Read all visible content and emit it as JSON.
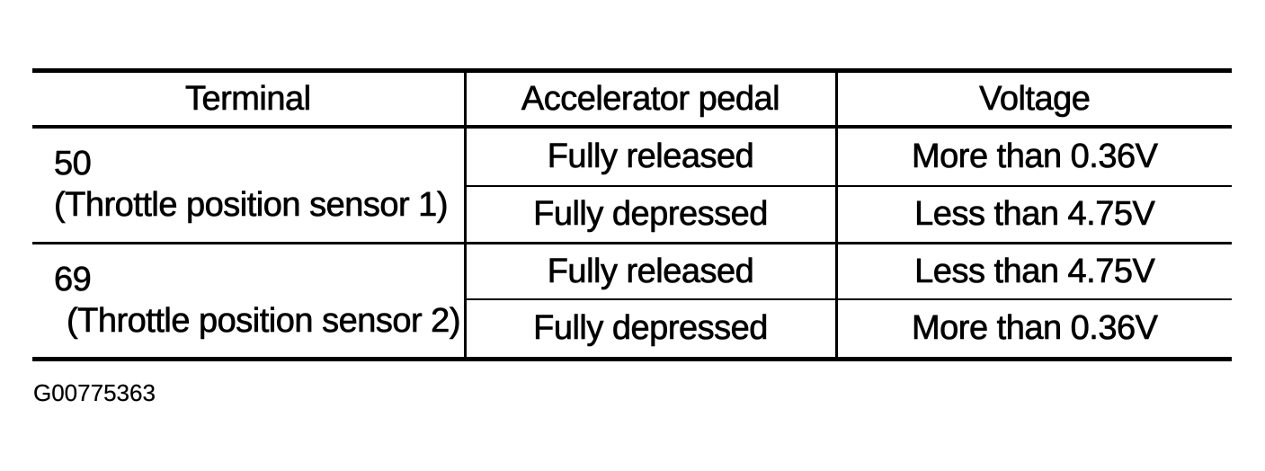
{
  "table": {
    "headers": [
      "Terminal",
      "Accelerator pedal",
      "Voltage"
    ],
    "groups": [
      {
        "terminal": "50",
        "terminal_note": "(Throttle position sensor 1)",
        "rows": [
          {
            "pedal": "Fully released",
            "voltage": "More than 0.36V"
          },
          {
            "pedal": "Fully depressed",
            "voltage": "Less than 4.75V"
          }
        ]
      },
      {
        "terminal": "69",
        "terminal_note": "(Throttle position sensor 2)",
        "rows": [
          {
            "pedal": "Fully released",
            "voltage": "Less than 4.75V"
          },
          {
            "pedal": "Fully depressed",
            "voltage": "More than 0.36V"
          }
        ]
      }
    ]
  },
  "figure_id": "G00775363",
  "colors": {
    "text": "#000000",
    "background": "#ffffff",
    "border": "#000000"
  }
}
